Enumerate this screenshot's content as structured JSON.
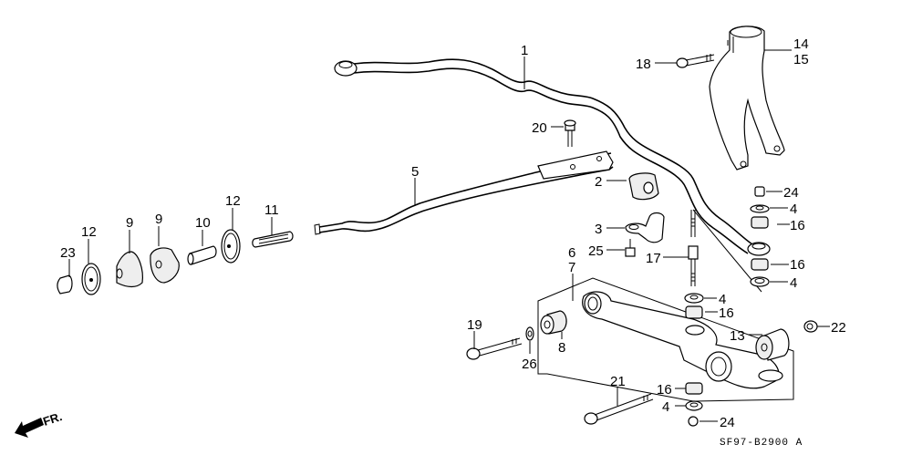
{
  "diagram": {
    "title": "Front Suspension / Stabilizer / Lower Arm",
    "code": "SF97-B2900 A",
    "direction_label": "FR.",
    "callouts": [
      {
        "id": "c1",
        "num": "1",
        "part": "stabilizer-bar"
      },
      {
        "id": "c2",
        "num": "2",
        "part": "stabilizer-bushing"
      },
      {
        "id": "c3",
        "num": "3",
        "part": "stabilizer-holder"
      },
      {
        "id": "c4a",
        "num": "4",
        "part": "washer"
      },
      {
        "id": "c4b",
        "num": "4",
        "part": "washer"
      },
      {
        "id": "c4c",
        "num": "4",
        "part": "washer"
      },
      {
        "id": "c4d",
        "num": "4",
        "part": "washer"
      },
      {
        "id": "c5",
        "num": "5",
        "part": "radius-rod"
      },
      {
        "id": "c6",
        "num": "6",
        "part": "lower-arm-right"
      },
      {
        "id": "c7",
        "num": "7",
        "part": "lower-arm-left"
      },
      {
        "id": "c8",
        "num": "8",
        "part": "arm-bushing"
      },
      {
        "id": "c9a",
        "num": "9",
        "part": "radius-rod-bushing"
      },
      {
        "id": "c9b",
        "num": "9",
        "part": "radius-rod-bushing"
      },
      {
        "id": "c10",
        "num": "10",
        "part": "collar"
      },
      {
        "id": "c11",
        "num": "11",
        "part": "rod-sleeve"
      },
      {
        "id": "c12a",
        "num": "12",
        "part": "washer-plate"
      },
      {
        "id": "c12b",
        "num": "12",
        "part": "washer-plate"
      },
      {
        "id": "c13",
        "num": "13",
        "part": "compliance-bushing"
      },
      {
        "id": "c14",
        "num": "14",
        "part": "fork-right"
      },
      {
        "id": "c15",
        "num": "15",
        "part": "fork-left"
      },
      {
        "id": "c16a",
        "num": "16",
        "part": "link-bushing"
      },
      {
        "id": "c16b",
        "num": "16",
        "part": "link-bushing"
      },
      {
        "id": "c16c",
        "num": "16",
        "part": "link-bushing"
      },
      {
        "id": "c16d",
        "num": "16",
        "part": "link-bushing"
      },
      {
        "id": "c17",
        "num": "17",
        "part": "stabilizer-link"
      },
      {
        "id": "c18",
        "num": "18",
        "part": "flange-bolt"
      },
      {
        "id": "c19",
        "num": "19",
        "part": "flange-bolt"
      },
      {
        "id": "c20",
        "num": "20",
        "part": "flange-bolt"
      },
      {
        "id": "c21",
        "num": "21",
        "part": "flange-bolt"
      },
      {
        "id": "c22",
        "num": "22",
        "part": "self-lock-nut"
      },
      {
        "id": "c23",
        "num": "23",
        "part": "self-lock-nut"
      },
      {
        "id": "c24a",
        "num": "24",
        "part": "self-lock-nut"
      },
      {
        "id": "c24b",
        "num": "24",
        "part": "self-lock-nut"
      },
      {
        "id": "c25",
        "num": "25",
        "part": "flange-bolt"
      },
      {
        "id": "c26",
        "num": "26",
        "part": "washer"
      }
    ]
  }
}
